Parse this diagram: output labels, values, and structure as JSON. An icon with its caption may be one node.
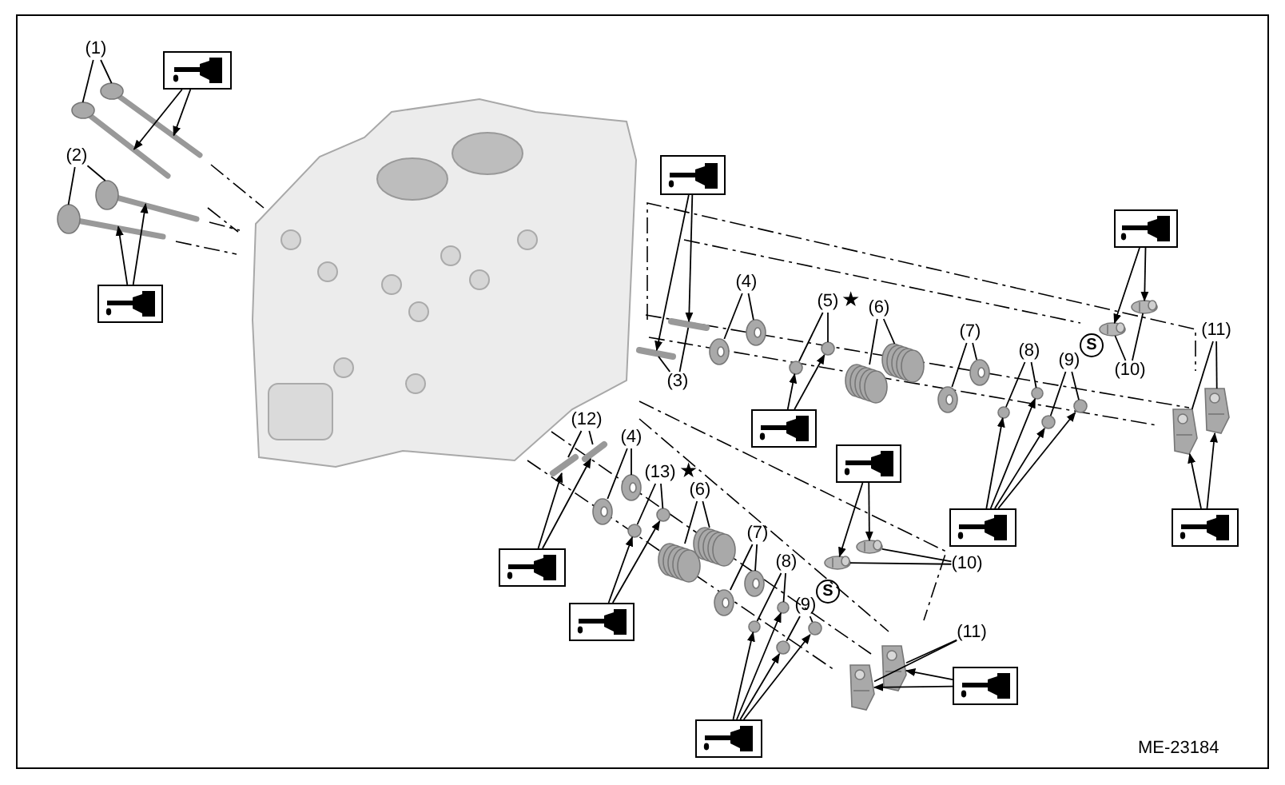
{
  "diagram": {
    "nodes": [
      {
        "text": [
          "(1)"
        ]
      },
      {
        "text": [
          "(2)"
        ]
      },
      {
        "text": [
          "(3)"
        ]
      },
      {
        "text": [
          "(4)"
        ]
      },
      {
        "text": [
          "(5)"
        ],
        "beside": [
          "★"
        ]
      },
      {
        "text": [
          "(6)"
        ]
      },
      {
        "text": [
          "(7)"
        ]
      },
      {
        "text": [
          "(8)"
        ]
      },
      {
        "text": [
          "(9)"
        ]
      },
      {
        "text": [
          "(10)"
        ]
      },
      {
        "text": [
          "(11)"
        ]
      },
      {
        "text": [
          "(12)"
        ]
      },
      {
        "text": [
          "(4)"
        ]
      },
      {
        "text": [
          "(13)"
        ],
        "beside": [
          "★"
        ]
      },
      {
        "text": [
          "(6)"
        ]
      },
      {
        "text": [
          "(7)"
        ]
      },
      {
        "text": [
          "(8)"
        ]
      },
      {
        "text": [
          "(9)"
        ]
      },
      {
        "text": [
          "(10)"
        ]
      },
      {
        "text": [
          "(11)"
        ]
      },
      {
        "text": [],
        "shape": "picture"
      },
      {
        "text": [],
        "shape": "picture"
      },
      {
        "text": [],
        "shape": "picture"
      },
      {
        "text": [],
        "shape": "picture"
      },
      {
        "text": [],
        "shape": "picture"
      },
      {
        "text": [],
        "shape": "picture"
      },
      {
        "text": [],
        "shape": "picture"
      },
      {
        "text": [],
        "shape": "picture"
      },
      {
        "text": [],
        "shape": "picture"
      },
      {
        "text": [],
        "shape": "picture"
      },
      {
        "text": [],
        "shape": "picture"
      },
      {
        "text": [],
        "shape": "picture"
      },
      {
        "text": [],
        "shape": "picture"
      },
      {
        "text": [],
        "shape": "picture"
      },
      {
        "text": [],
        "shape": "picture"
      },
      {
        "text": [],
        "shape": "picture"
      },
      {
        "text": [],
        "shape": "picture"
      },
      {
        "text": [],
        "shape": "picture"
      },
      {
        "text": [],
        "shape": "picture"
      },
      {
        "text": [],
        "shape": "picture"
      },
      {
        "text": [],
        "shape": "circle"
      },
      {
        "text": [],
        "shape": "circle"
      },
      {
        "text": [],
        "shape": "picture"
      },
      {
        "text": [],
        "shape": "picture"
      },
      {
        "text": [],
        "shape": "picture"
      },
      {
        "text": [],
        "shape": "picture"
      },
      {
        "text": [],
        "shape": "circle"
      },
      {
        "text": [],
        "shape": "circle"
      },
      {
        "text": [],
        "shape": "circle"
      },
      {
        "text": [],
        "shape": "circle"
      },
      {
        "text": [],
        "shape": "picture"
      },
      {
        "text": [],
        "shape": "picture"
      },
      {
        "text": [],
        "shape": "picture"
      },
      {
        "text": [],
        "shape": "picture"
      },
      {
        "text": [],
        "shape": "picture"
      },
      {
        "text": [],
        "shape": "picture"
      },
      {
        "text": [],
        "shape": "picture"
      },
      {
        "text": [],
        "shape": "picture"
      },
      {
        "text": [],
        "shape": "circle"
      },
      {
        "text": [],
        "shape": "circle"
      },
      {
        "text": [],
        "shape": "picture"
      },
      {
        "text": [],
        "shape": "picture"
      },
      {
        "text": [],
        "shape": "picture"
      },
      {
        "text": [],
        "shape": "picture"
      },
      {
        "text": [],
        "shape": "circle"
      },
      {
        "text": [],
        "shape": "circle"
      },
      {
        "text": [],
        "shape": "circle"
      },
      {
        "text": [],
        "shape": "circle"
      },
      {
        "text": [],
        "shape": "picture"
      },
      {
        "text": [],
        "shape": "picture"
      },
      {
        "text": [],
        "shape": "picture"
      },
      {
        "text": [],
        "shape": "picture"
      }
    ],
    "edges": [
      {
        "from": 0,
        "to": 33,
        "arrow": "none"
      },
      {
        "from": 0,
        "to": 32,
        "arrow": "none"
      },
      {
        "from": 20,
        "to": 33,
        "arrow": "to"
      },
      {
        "from": 20,
        "to": 32,
        "arrow": "to"
      },
      {
        "from": 1,
        "to": 35,
        "arrow": "none"
      },
      {
        "from": 1,
        "to": 34,
        "arrow": "none"
      },
      {
        "from": 21,
        "to": 35,
        "arrow": "to"
      },
      {
        "from": 21,
        "to": 34,
        "arrow": "to"
      },
      {
        "from": 2,
        "to": 36,
        "arrow": "none"
      },
      {
        "from": 2,
        "to": 37,
        "arrow": "none"
      },
      {
        "from": 22,
        "to": 36,
        "arrow": "to"
      },
      {
        "from": 22,
        "to": 37,
        "arrow": "to"
      },
      {
        "from": 3,
        "to": 38,
        "arrow": "none"
      },
      {
        "from": 3,
        "to": 39,
        "arrow": "none"
      },
      {
        "from": 4,
        "to": 40,
        "arrow": "none"
      },
      {
        "from": 4,
        "to": 41,
        "arrow": "none"
      },
      {
        "from": 24,
        "to": 40,
        "arrow": "to"
      },
      {
        "from": 24,
        "to": 41,
        "arrow": "to"
      },
      {
        "from": 5,
        "to": 42,
        "arrow": "none"
      },
      {
        "from": 5,
        "to": 43,
        "arrow": "none"
      },
      {
        "from": 6,
        "to": 44,
        "arrow": "none"
      },
      {
        "from": 6,
        "to": 45,
        "arrow": "none"
      },
      {
        "from": 7,
        "to": 46,
        "arrow": "none"
      },
      {
        "from": 7,
        "to": 47,
        "arrow": "none"
      },
      {
        "from": 8,
        "to": 48,
        "arrow": "none"
      },
      {
        "from": 8,
        "to": 49,
        "arrow": "none"
      },
      {
        "from": 26,
        "to": 46,
        "arrow": "to"
      },
      {
        "from": 26,
        "to": 47,
        "arrow": "to"
      },
      {
        "from": 26,
        "to": 48,
        "arrow": "to"
      },
      {
        "from": 26,
        "to": 49,
        "arrow": "to"
      },
      {
        "from": 9,
        "to": 50,
        "arrow": "none"
      },
      {
        "from": 9,
        "to": 51,
        "arrow": "none"
      },
      {
        "from": 23,
        "to": 50,
        "arrow": "to"
      },
      {
        "from": 23,
        "to": 51,
        "arrow": "to"
      },
      {
        "from": 10,
        "to": 52,
        "arrow": "none"
      },
      {
        "from": 10,
        "to": 53,
        "arrow": "none"
      },
      {
        "from": 27,
        "to": 52,
        "arrow": "to"
      },
      {
        "from": 27,
        "to": 53,
        "arrow": "to"
      },
      {
        "from": 11,
        "to": 54,
        "arrow": "none"
      },
      {
        "from": 11,
        "to": 55,
        "arrow": "none"
      },
      {
        "from": 28,
        "to": 54,
        "arrow": "to"
      },
      {
        "from": 28,
        "to": 55,
        "arrow": "to"
      },
      {
        "from": 12,
        "to": 56,
        "arrow": "none"
      },
      {
        "from": 12,
        "to": 57,
        "arrow": "none"
      },
      {
        "from": 13,
        "to": 58,
        "arrow": "none"
      },
      {
        "from": 13,
        "to": 59,
        "arrow": "none"
      },
      {
        "from": 29,
        "to": 58,
        "arrow": "to"
      },
      {
        "from": 29,
        "to": 59,
        "arrow": "to"
      },
      {
        "from": 14,
        "to": 60,
        "arrow": "none"
      },
      {
        "from": 14,
        "to": 61,
        "arrow": "none"
      },
      {
        "from": 15,
        "to": 62,
        "arrow": "none"
      },
      {
        "from": 15,
        "to": 63,
        "arrow": "none"
      },
      {
        "from": 16,
        "to": 64,
        "arrow": "none"
      },
      {
        "from": 16,
        "to": 65,
        "arrow": "none"
      },
      {
        "from": 17,
        "to": 66,
        "arrow": "none"
      },
      {
        "from": 17,
        "to": 67,
        "arrow": "none"
      },
      {
        "from": 31,
        "to": 64,
        "arrow": "to"
      },
      {
        "from": 31,
        "to": 65,
        "arrow": "to"
      },
      {
        "from": 31,
        "to": 66,
        "arrow": "to"
      },
      {
        "from": 31,
        "to": 67,
        "arrow": "to"
      },
      {
        "from": 18,
        "to": 68,
        "arrow": "none"
      },
      {
        "from": 18,
        "to": 69,
        "arrow": "none"
      },
      {
        "from": 25,
        "to": 68,
        "arrow": "to"
      },
      {
        "from": 25,
        "to": 69,
        "arrow": "to"
      },
      {
        "from": 19,
        "to": 70,
        "arrow": "none"
      },
      {
        "from": 19,
        "to": 71,
        "arrow": "none"
      },
      {
        "from": 30,
        "to": 70,
        "arrow": "to"
      },
      {
        "from": 30,
        "to": 71,
        "arrow": "to"
      }
    ],
    "labels": [
      "S",
      "S",
      "ME-23184"
    ]
  }
}
